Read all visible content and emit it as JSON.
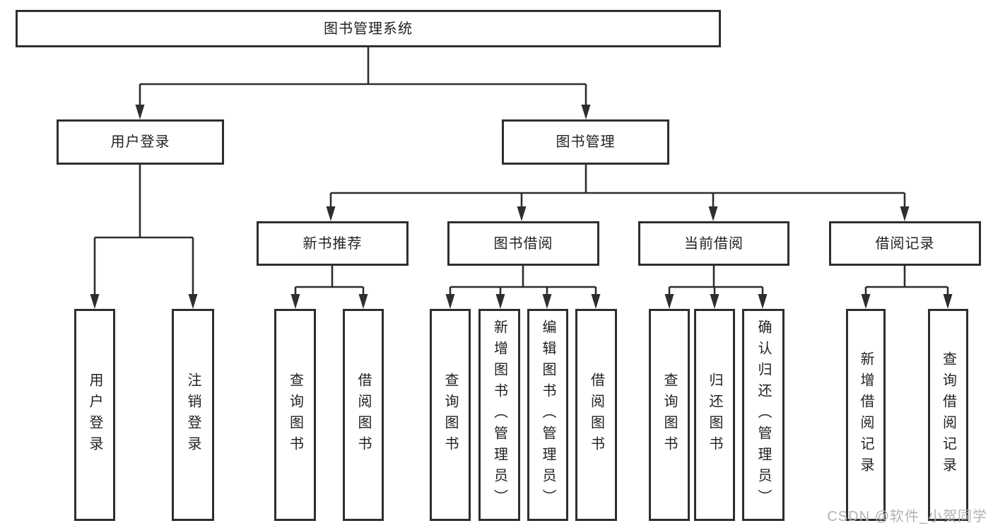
{
  "diagram": {
    "type": "hierarchy-tree",
    "title": "图书管理系统"
  },
  "nodes": {
    "root": "图书管理系统",
    "user_login": "用户登录",
    "book_mgmt": "图书管理",
    "new_book_rec": "新书推荐",
    "book_borrow": "图书借阅",
    "current_borrow": "当前借阅",
    "borrow_records": "借阅记录",
    "leaf_user_login": "用户登录",
    "leaf_logout": "注销登录",
    "leaf_query_book_1": "查询图书",
    "leaf_borrow_book_1": "借阅图书",
    "leaf_query_book_2": "查询图书",
    "leaf_add_book": "新增图书（管理员）",
    "leaf_edit_book": "编辑图书（管理员）",
    "leaf_borrow_book_2": "借阅图书",
    "leaf_query_book_3": "查询图书",
    "leaf_return_book": "归还图书",
    "leaf_confirm_return": "确认归还（管理员）",
    "leaf_add_borrow_record": "新增借阅记录",
    "leaf_query_borrow_record": "查询借阅记录"
  },
  "watermark": "CSDN @软件_小贺同学",
  "colors": {
    "line": "#2e2e2e",
    "text": "#222222",
    "background": "#ffffff",
    "watermark": "#b0b3b6"
  }
}
